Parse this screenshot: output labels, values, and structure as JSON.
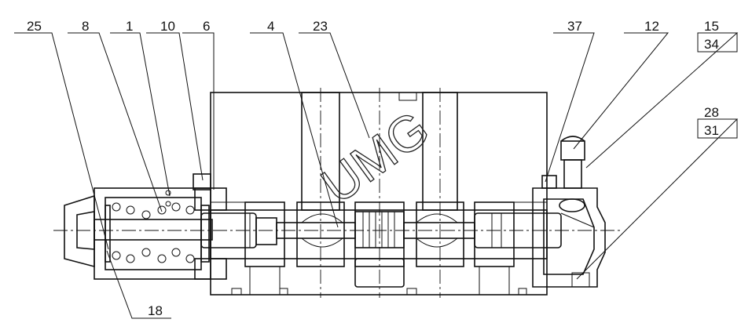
{
  "drawing": {
    "watermark": "UMG",
    "callouts": {
      "c25": "25",
      "c8": "8",
      "c1": "1",
      "c10": "10",
      "c6": "6",
      "c4": "4",
      "c23": "23",
      "c37": "37",
      "c12": "12",
      "c15": "15",
      "c34": "34",
      "c28": "28",
      "c31": "31",
      "c18": "18"
    }
  }
}
